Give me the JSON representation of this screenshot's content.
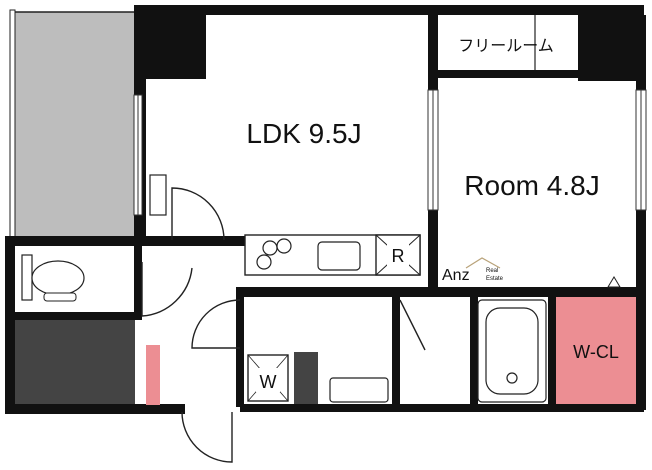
{
  "rooms": {
    "ldk": "LDK 9.5J",
    "room": "Room 4.8J",
    "free_room": "フリールーム",
    "walk_in_closet": "W-CL"
  },
  "fixtures": {
    "refrigerator_mark": "R",
    "washer_mark": "W"
  },
  "logo": {
    "brand": "Anz",
    "tagline_line1": "Real",
    "tagline_line2": "Estate"
  },
  "colors": {
    "wall": "#111111",
    "balcony": "#bdbdbd",
    "storage_dark": "#444444",
    "closet_pink": "#ec8e93",
    "floor": "#ffffff"
  }
}
